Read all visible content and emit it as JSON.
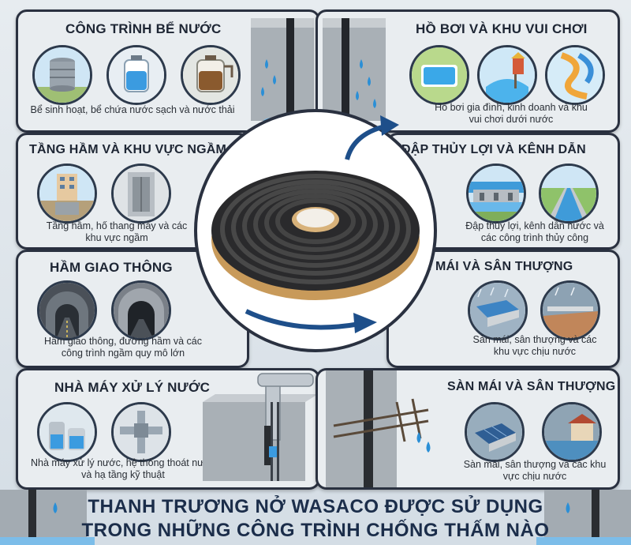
{
  "colors": {
    "frame": "#2a3140",
    "panel": "#e9edf0",
    "title": "#1e2634",
    "water": "#2b8fd6",
    "arrow": "#1e4f8a"
  },
  "panels": {
    "p1": {
      "title": "CÔNG TRÌNH BỂ NƯỚC",
      "caption": "Bể sinh hoạt, bể chứa nước sạch và nước thải",
      "icons": [
        "water-tank-icon",
        "clean-water-tank-icon",
        "wastewater-tank-icon"
      ]
    },
    "p2": {
      "title": "TẦNG HẦM VÀ KHU VỰC NGẦM",
      "caption": "Tầng hầm, hố thang máy và các khu vực ngầm",
      "icons": [
        "basement-building-icon",
        "elevator-shaft-icon"
      ]
    },
    "p3": {
      "title": "HẦM GIAO THÔNG",
      "caption": "Hầm giao thông, đường hầm và các công trình ngầm quy mô lớn",
      "icons": [
        "road-tunnel-icon",
        "tunnel-entrance-icon"
      ]
    },
    "p4": {
      "title": "NHÀ MÁY XỬ LÝ NƯỚC",
      "caption": "Nhà máy xử lý nước, hệ thống thoát nước và hạ tầng kỹ thuật",
      "icons": [
        "treatment-plant-icon",
        "pipe-network-icon"
      ]
    },
    "p5": {
      "title": "HỒ BƠI VÀ KHU VUI CHƠI",
      "caption": "Hồ bơi gia đình, kinh doanh và khu vui chơi dưới nước",
      "icons": [
        "pool-icon",
        "water-park-icon",
        "water-slide-icon"
      ]
    },
    "p6": {
      "title": "ĐẬP THỦY LỢI VÀ KÊNH DẪN",
      "caption": "Đập thủy lợi, kênh dẫn nước và các công trình thủy công",
      "icons": [
        "dam-icon",
        "canal-icon"
      ]
    },
    "p7": {
      "title": "SÀN MÁI VÀ SÂN THƯỢNG",
      "caption": "Sàn mái, sân thượng và các khu vực chịu nước",
      "icons": [
        "rain-roof-icon",
        "rain-terrace-icon"
      ]
    },
    "p8": {
      "title": "SÀN MÁI VÀ SÂN THƯỢNG",
      "caption": "Sàn mái, sân thượng và các khu vực chịu nước",
      "icons": [
        "solar-roof-rain-icon",
        "flooded-house-icon"
      ]
    }
  },
  "center": {
    "product": "swelling-waterstop-coil"
  },
  "footer": {
    "line1": "THANH TRƯƠNG NỞ WASACO ĐƯỢC SỬ DỤNG",
    "line2": "TRONG NHỮNG CÔNG TRÌNH CHỐNG THẤM NÀO"
  }
}
